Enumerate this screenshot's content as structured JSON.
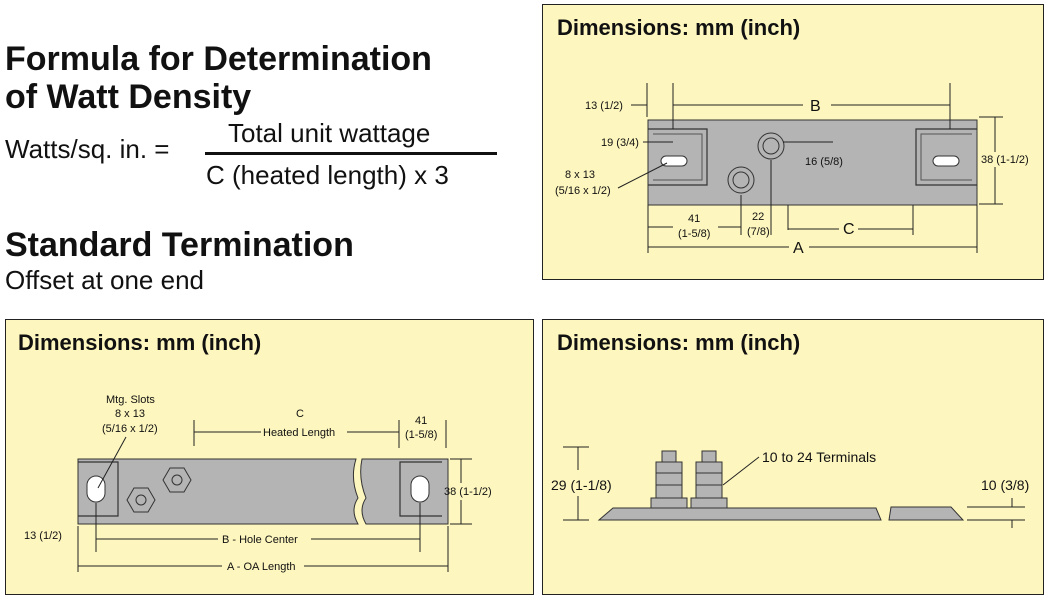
{
  "heading": {
    "formula_title_line1": "Formula for Determination",
    "formula_title_line2": "of Watt Density"
  },
  "formula": {
    "lhs": "Watts/sq. in. =",
    "numerator": "Total unit wattage",
    "denominator": "C (heated length) x 3"
  },
  "termination": {
    "title": "Standard Termination",
    "subtitle": "Offset at one end"
  },
  "panel_top_right": {
    "title": "Dimensions: mm (inch)",
    "labels": {
      "b": "B",
      "d13": "13 (1/2)",
      "d19": "19 (3/4)",
      "slot_l1": "8 x 13",
      "slot_l2": "(5/16 x 1/2)",
      "d16": "16 (5/8)",
      "d38": "38 (1-1/2)",
      "d41_l1": "41",
      "d41_l2": "(1-5/8)",
      "d22_l1": "22",
      "d22_l2": "(7/8)",
      "c": "C",
      "a": "A"
    }
  },
  "panel_bottom_left": {
    "title": "Dimensions: mm (inch)",
    "labels": {
      "mtg1": "Mtg. Slots",
      "mtg2": "8 x 13",
      "mtg3": "(5/16 x 1/2)",
      "c": "C",
      "heated": "Heated Length",
      "d41_l1": "41",
      "d41_l2": "(1-5/8)",
      "d38": "38 (1-1/2)",
      "d13": "13 (1/2)",
      "b_hole": "B - Hole Center",
      "a_oa": "A - OA Length"
    }
  },
  "panel_bottom_right": {
    "title": "Dimensions: mm (inch)",
    "labels": {
      "d29": "29 (1-1/8)",
      "terminals": "10 to 24 Terminals",
      "d10": "10 (3/8)"
    }
  },
  "colors": {
    "panel_bg": "#fdf6be",
    "part_fill": "#b4b4b4",
    "border": "#222222"
  }
}
